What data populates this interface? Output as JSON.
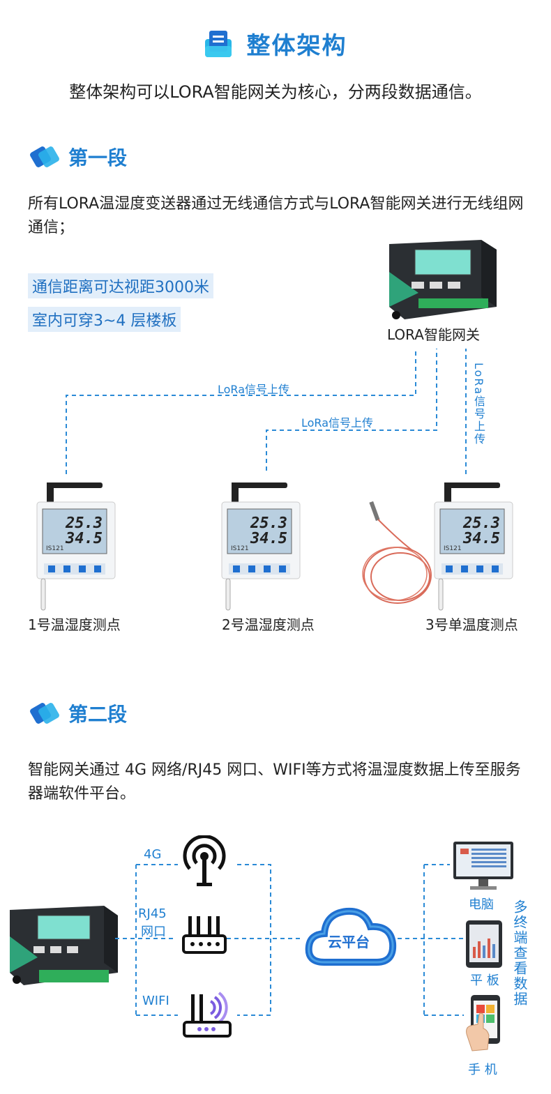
{
  "header": {
    "title": "整体架构",
    "intro": "整体架构可以LORA智能网关为核心，分两段数据通信。"
  },
  "section1": {
    "title": "第一段",
    "description": "所有LORA温湿度变送器通过无线通信方式与LORA智能网关进行无线组网通信；",
    "highlight1": "通信距离可达视距3000米",
    "highlight2": "室内可穿3~4 层楼板",
    "gateway_label": "LORA智能网关",
    "link_label": "LoRa信号上传",
    "sensors": [
      {
        "label": "1号温湿度测点",
        "temp": "25.3",
        "hum": "34.5",
        "code": "IS121"
      },
      {
        "label": "2号温湿度测点",
        "temp": "25.3",
        "hum": "34.5",
        "code": "IS121"
      },
      {
        "label": "3号单温度测点",
        "temp": "25.3",
        "hum": "34.5",
        "code": "IS121"
      }
    ]
  },
  "section2": {
    "title": "第二段",
    "description": "智能网关通过 4G 网络/RJ45 网口、WIFI等方式将温湿度数据上传至服务器端软件平台。",
    "net_4g": "4G",
    "net_rj45_1": "RJ45",
    "net_rj45_2": "网口",
    "net_wifi": "WIFI",
    "cloud": "云平台",
    "pc": "电脑",
    "tablet": "平 板",
    "phone": "手 机",
    "multi_terminal": "多终端查看数据"
  },
  "colors": {
    "accent": "#1f7fd0",
    "line": "#2a8ad6",
    "device_dark": "#2b2f33",
    "screen": "#7fe0d0"
  }
}
